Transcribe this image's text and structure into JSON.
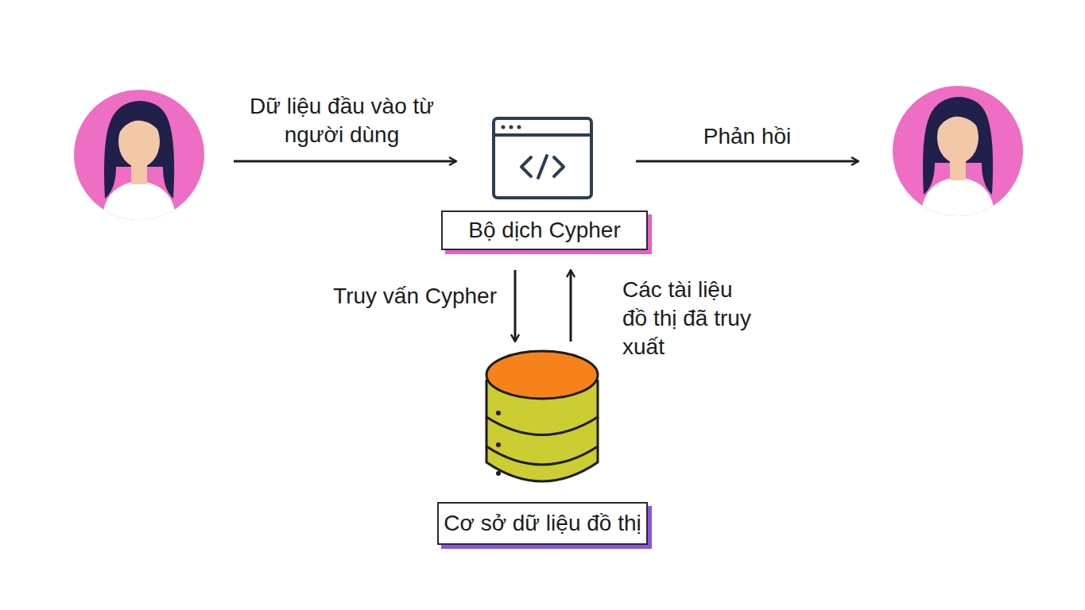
{
  "diagram": {
    "nodes": [
      {
        "text": [
          "Bộ dịch Cypher"
        ]
      },
      {
        "text": [
          "Cơ sở dữ liệu đồ thị"
        ]
      }
    ],
    "edges": [
      {
        "from": 0,
        "to": 1,
        "arrow": "to",
        "label": "Truy vấn Cypher"
      },
      {
        "from": 1,
        "to": 0,
        "arrow": "to",
        "label": "Các tài liệu đồ thị đã truy xuất"
      }
    ],
    "labels": [
      "Dữ liệu đầu vào từ người dùng",
      "Phản hồi"
    ]
  }
}
